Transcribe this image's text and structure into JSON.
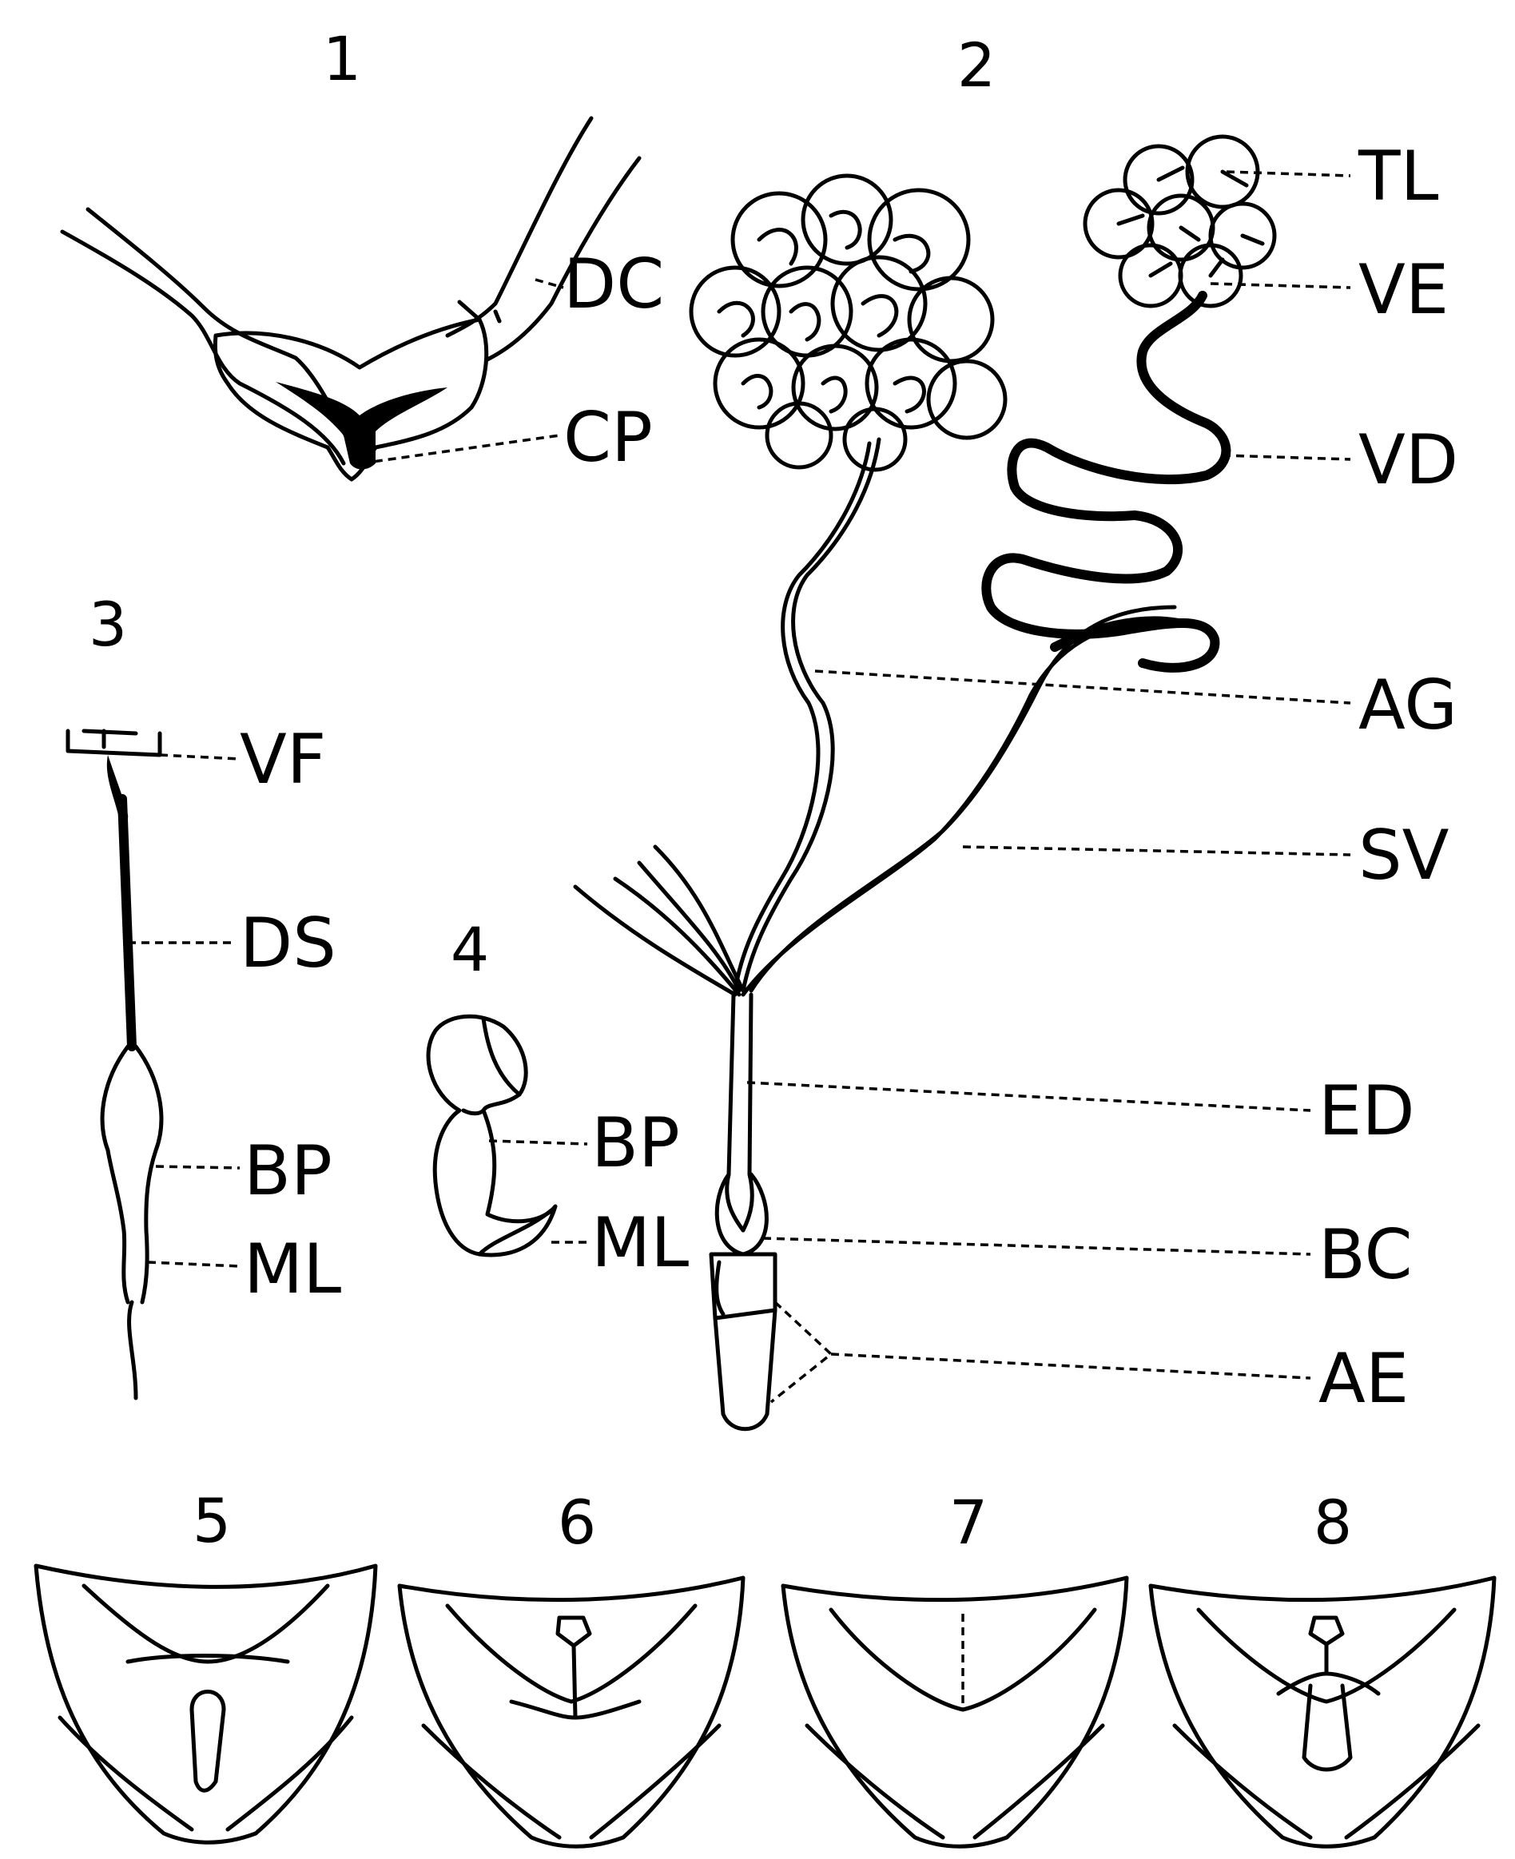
{
  "figures": [
    {
      "number": "1",
      "labels": [
        "DC",
        "CP"
      ]
    },
    {
      "number": "2",
      "labels": [
        "TL",
        "VE",
        "VD",
        "AG",
        "SV",
        "ED",
        "BC",
        "AE"
      ]
    },
    {
      "number": "3",
      "labels": [
        "VF",
        "DS",
        "BP",
        "ML"
      ]
    },
    {
      "number": "4",
      "labels": [
        "BP",
        "ML"
      ]
    },
    {
      "number": "5",
      "labels": []
    },
    {
      "number": "6",
      "labels": []
    },
    {
      "number": "7",
      "labels": []
    },
    {
      "number": "8",
      "labels": []
    }
  ]
}
